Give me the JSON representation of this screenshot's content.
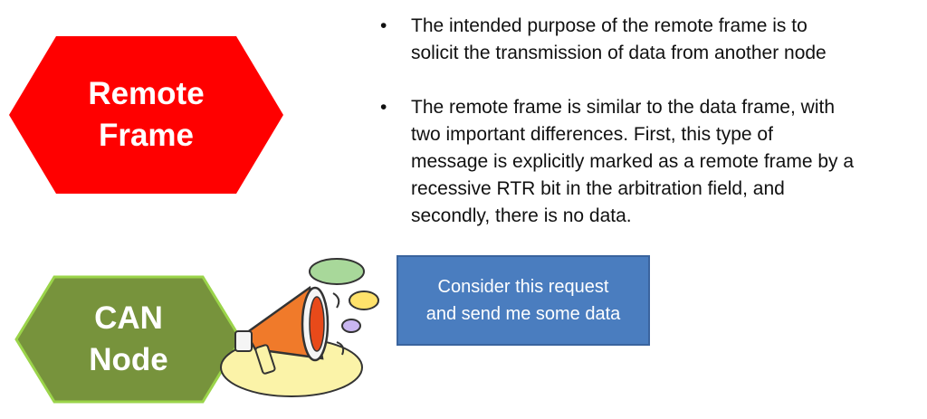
{
  "hexagons": {
    "remote_frame": {
      "line1": "Remote",
      "line2": "Frame",
      "fill": "#ff0000"
    },
    "can_node": {
      "line1": "CAN",
      "line2": "Node",
      "fill": "#77933c",
      "stroke": "#9bd44a"
    }
  },
  "bullets": [
    {
      "line1": "The intended purpose of the remote frame is to",
      "line2": "solicit the transmission of data from another node"
    },
    {
      "line1": "The remote frame is similar to the data frame, with",
      "line2": "two important differences. First, this type of",
      "line3": "message is explicitly marked as a remote frame by a",
      "line4": "recessive RTR bit in the arbitration field, and",
      "line5": "secondly, there is no data."
    }
  ],
  "callout": {
    "line1": "Consider this request",
    "line2": "and send me some data",
    "fill": "#4a7dbf"
  },
  "illustration": {
    "icon": "megaphone-icon"
  }
}
